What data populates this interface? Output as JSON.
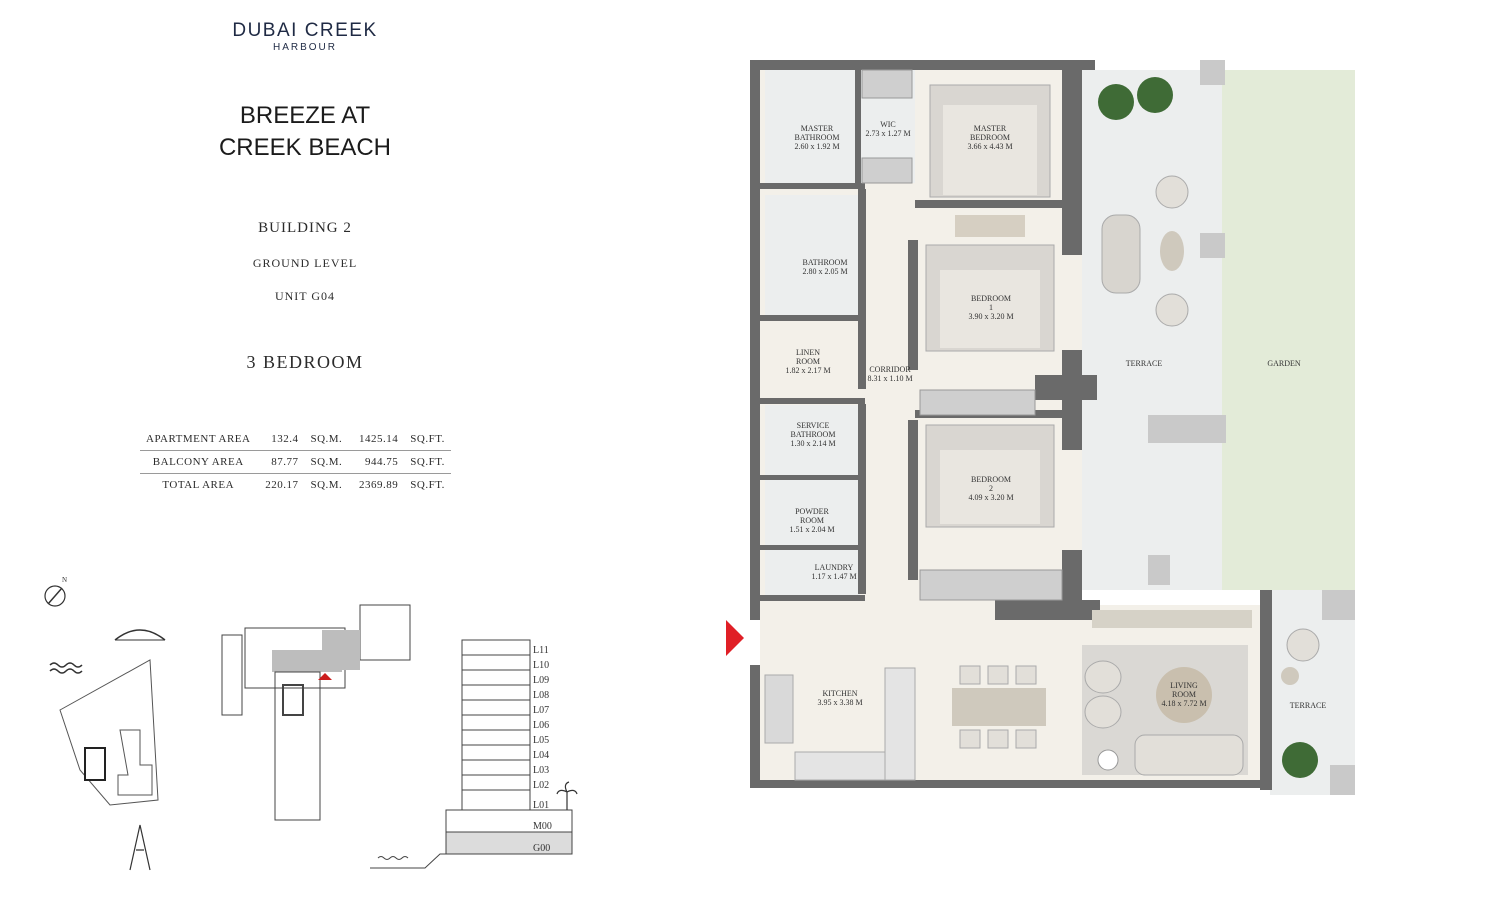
{
  "brand": {
    "name": "DUBAI CREEK",
    "sub": "HARBOUR"
  },
  "project": {
    "line1": "BREEZE AT",
    "line2": "CREEK BEACH"
  },
  "building": "BUILDING 2",
  "level": "GROUND LEVEL",
  "unit": "UNIT G04",
  "bedrooms": "3 BEDROOM",
  "areas": [
    {
      "label": "APARTMENT AREA",
      "sqm": "132.4",
      "sqm_unit": "SQ.M.",
      "sqft": "1425.14",
      "sqft_unit": "SQ.FT."
    },
    {
      "label": "BALCONY AREA",
      "sqm": "87.77",
      "sqm_unit": "SQ.M.",
      "sqft": "944.75",
      "sqft_unit": "SQ.FT."
    },
    {
      "label": "TOTAL AREA",
      "sqm": "220.17",
      "sqm_unit": "SQ.M.",
      "sqft": "2369.89",
      "sqft_unit": "SQ.FT."
    }
  ],
  "compass_label": "N",
  "levels": [
    "L11",
    "L10",
    "L09",
    "L08",
    "L07",
    "L06",
    "L05",
    "L04",
    "L03",
    "L02",
    "L01",
    "M00",
    "G00"
  ],
  "rooms": {
    "master_bath": {
      "name1": "MASTER",
      "name2": "BATHROOM",
      "dim": "2.60 x 1.92 M"
    },
    "wic": {
      "name1": "WIC",
      "dim": "2.73 x 1.27 M"
    },
    "master_bed": {
      "name1": "MASTER",
      "name2": "BEDROOM",
      "dim": "3.66 x 4.43 M"
    },
    "bathroom": {
      "name1": "BATHROOM",
      "dim": "2.80 x 2.05 M"
    },
    "bedroom1": {
      "name1": "BEDROOM",
      "name2": "1",
      "dim": "3.90 x 3.20 M"
    },
    "linen": {
      "name1": "LINEN",
      "name2": "ROOM",
      "dim": "1.82 x 2.17 M"
    },
    "corridor": {
      "name1": "CORRIDOR",
      "dim": "8.31 x 1.10 M"
    },
    "service_bath": {
      "name1": "SERVICE",
      "name2": "BATHROOM",
      "dim": "1.30 x 2.14 M"
    },
    "bedroom2": {
      "name1": "BEDROOM",
      "name2": "2",
      "dim": "4.09 x 3.20 M"
    },
    "powder": {
      "name1": "POWDER",
      "name2": "ROOM",
      "dim": "1.51 x 2.04 M"
    },
    "laundry": {
      "name1": "LAUNDRY",
      "dim": "1.17 x 1.47 M"
    },
    "kitchen": {
      "name1": "KITCHEN",
      "dim": "3.95 x 3.38 M"
    },
    "living": {
      "name1": "LIVING",
      "name2": "ROOM",
      "dim": "4.18 x 7.72 M"
    },
    "terrace": {
      "name1": "TERRACE"
    },
    "garden": {
      "name1": "GARDEN"
    },
    "terrace2": {
      "name1": "TERRACE"
    }
  }
}
